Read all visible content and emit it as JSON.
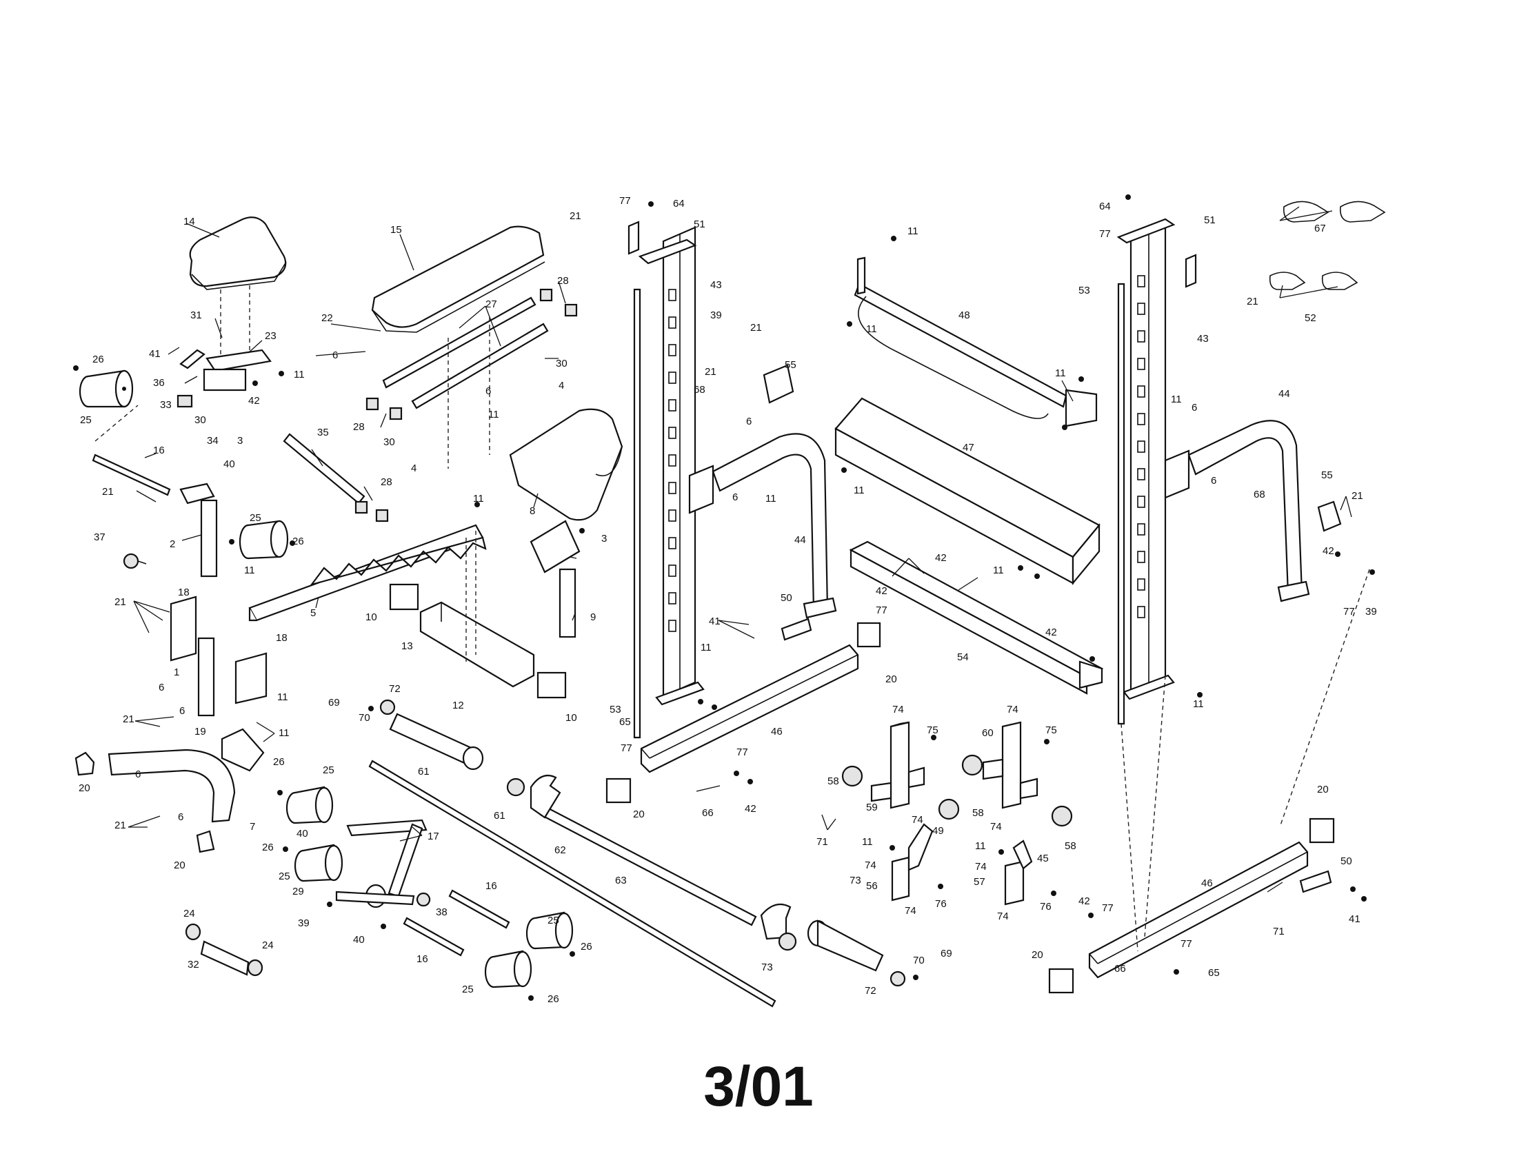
{
  "footer": {
    "date_code": "3/01"
  },
  "callouts": [
    "14",
    "15",
    "31",
    "23",
    "41",
    "36",
    "11",
    "42",
    "33",
    "30",
    "34",
    "3",
    "26",
    "25",
    "22",
    "27",
    "28",
    "6",
    "30",
    "4",
    "6",
    "11",
    "28",
    "30",
    "4",
    "16",
    "40",
    "21",
    "2",
    "25",
    "26",
    "37",
    "11",
    "35",
    "28",
    "8",
    "3",
    "9",
    "11",
    "5",
    "10",
    "13",
    "12",
    "10",
    "21",
    "18",
    "1",
    "18",
    "6",
    "21",
    "6",
    "11",
    "19",
    "11",
    "20",
    "6",
    "21",
    "6",
    "7",
    "20",
    "26",
    "25",
    "40",
    "17",
    "26",
    "25",
    "29",
    "39",
    "38",
    "40",
    "24",
    "32",
    "24",
    "16",
    "16",
    "25",
    "26",
    "25",
    "26",
    "69",
    "72",
    "70",
    "61",
    "63",
    "62",
    "73",
    "61",
    "73",
    "72",
    "70",
    "69",
    "77",
    "64",
    "21",
    "51",
    "43",
    "53",
    "39",
    "21",
    "55",
    "21",
    "68",
    "6",
    "6",
    "11",
    "44",
    "50",
    "41",
    "11",
    "42",
    "77",
    "20",
    "46",
    "65",
    "77",
    "66",
    "77",
    "42",
    "20",
    "71",
    "11",
    "48",
    "11",
    "11",
    "47",
    "11",
    "42",
    "54",
    "42",
    "11",
    "74",
    "75",
    "58",
    "59",
    "74",
    "60",
    "74",
    "75",
    "58",
    "74",
    "58",
    "11",
    "49",
    "74",
    "56",
    "74",
    "76",
    "11",
    "74",
    "45",
    "57",
    "74",
    "76",
    "64",
    "77",
    "53",
    "51",
    "21",
    "43",
    "11",
    "6",
    "6",
    "68",
    "44",
    "55",
    "21",
    "42",
    "77",
    "39",
    "11",
    "67",
    "52",
    "20",
    "50",
    "41",
    "46",
    "71",
    "42",
    "77",
    "77",
    "65",
    "66",
    "20"
  ]
}
